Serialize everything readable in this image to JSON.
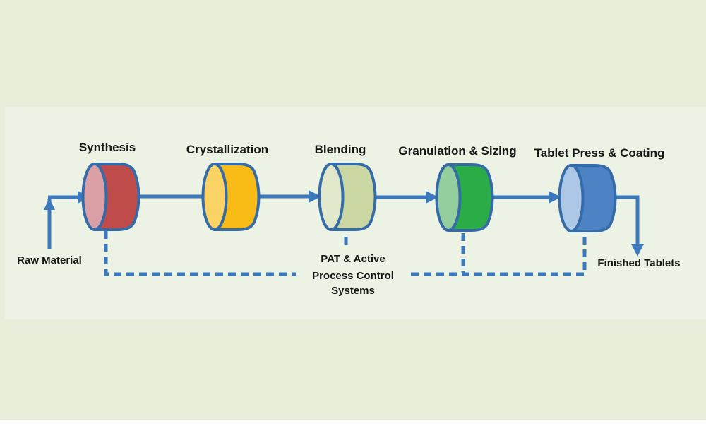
{
  "title": "Continuous pharmaceutical manufacturing process flow",
  "colors": {
    "background": "#e7eeda",
    "panel": "#edf3e4",
    "outline": "#356ba6",
    "arrow": "#3c78bc",
    "dashed_line": "#3c78bc",
    "text": "#161616",
    "bottom_strip": "#ffffff"
  },
  "stages": [
    {
      "label": "Synthesis",
      "body_color": "#c04b4b",
      "face_color": "#daa0a6"
    },
    {
      "label": "Crystallization",
      "body_color": "#f9bb16",
      "face_color": "#fbd364"
    },
    {
      "label": "Blending",
      "body_color": "#cad7a3",
      "face_color": "#e1e8cb"
    },
    {
      "label": "Granulation & Sizing",
      "body_color": "#2aad47",
      "face_color": "#94ce9f"
    },
    {
      "label": "Tablet Press & Coating",
      "body_color": "#4d83c4",
      "face_color": "#adc7e6"
    }
  ],
  "input": {
    "label": "Raw Material"
  },
  "output": {
    "label": "Finished Tablets"
  },
  "control_loop": {
    "line1": "PAT & Active",
    "line2": "Process Control",
    "line3": "Systems"
  }
}
